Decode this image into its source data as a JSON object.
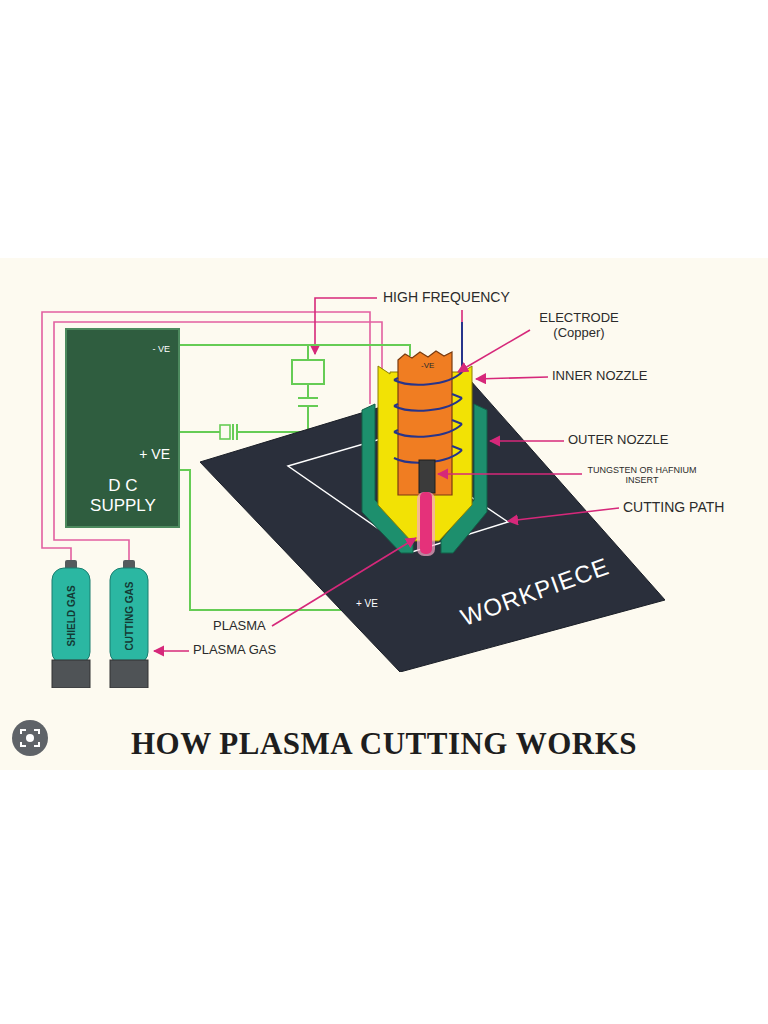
{
  "diagram": {
    "title": "HOW PLASMA CUTTING WORKS",
    "nodes": [
      {
        "text": [
          "- VE",
          "+ VE",
          "D C SUPPLY"
        ]
      },
      {
        "text": [
          "SHIELD GAS"
        ]
      },
      {
        "text": [
          "CUTTING GAS"
        ]
      },
      {
        "text": [
          "WORKPIECE",
          "+ VE"
        ]
      }
    ],
    "edges": [
      {
        "from": 0,
        "to": 3,
        "arrow": "none"
      }
    ],
    "labels": [
      "HIGH FREQUENCY",
      "ELECTRODE (Copper)",
      "-VE",
      "INNER NOZZLE",
      "OUTER NOZZLE",
      "TUNGSTEN OR HAFNIUM INSERT",
      "CUTTING PATH",
      "PLASMA",
      "PLASMA GAS"
    ]
  }
}
